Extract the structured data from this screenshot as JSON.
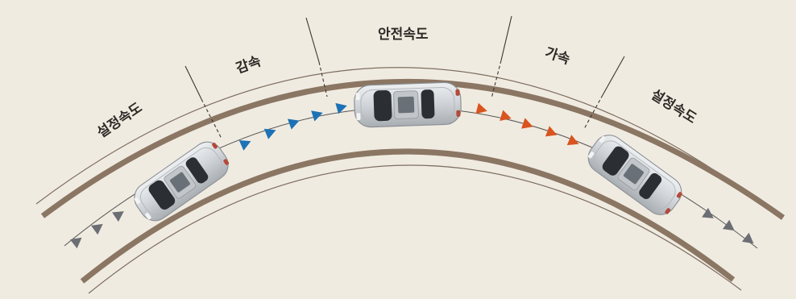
{
  "labels": {
    "set_speed_left": "설정속도",
    "decelerate": "감속",
    "safe_speed": "안전속도",
    "accelerate": "가속",
    "set_speed_right": "설정속도"
  },
  "colors": {
    "background": "#f0ebe1",
    "road_edge": "#8a7663",
    "road_line": "#7d6e60",
    "path_line": "#555555",
    "arrow_set_speed": "#6b6e73",
    "arrow_decelerate": "#1c72b5",
    "arrow_accelerate": "#d9541e",
    "car_body": "#d4d7da"
  },
  "icons": [
    "car-icon",
    "triangle-arrow-icon"
  ]
}
